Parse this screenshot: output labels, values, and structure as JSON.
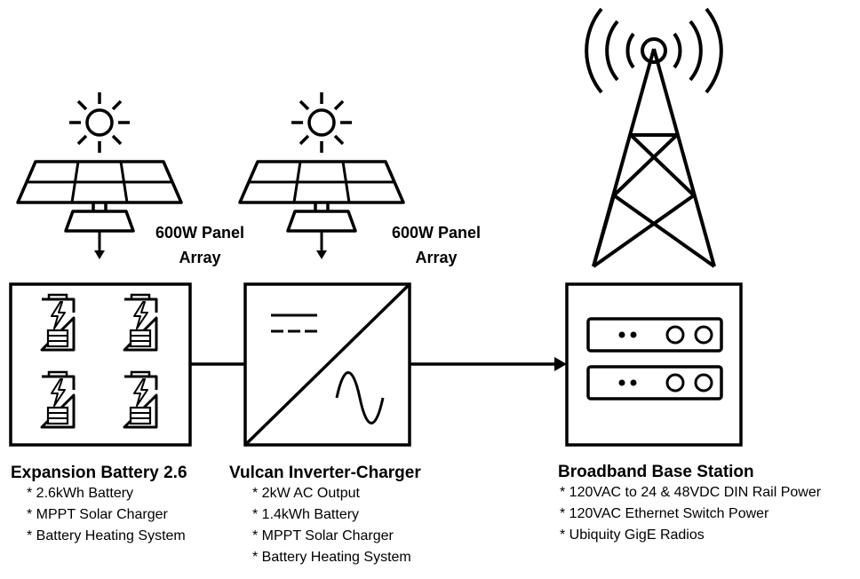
{
  "solar": [
    {
      "label": "600W Panel Array"
    },
    {
      "label": "600W Panel Array"
    }
  ],
  "expansion_battery": {
    "title": "Expansion Battery 2.6",
    "features": [
      "* 2.6kWh Battery",
      "* MPPT Solar Charger",
      "* Battery Heating System"
    ]
  },
  "inverter": {
    "title": "Vulcan Inverter-Charger",
    "features": [
      "* 2kW AC Output",
      "* 1.4kWh Battery",
      "* MPPT Solar Charger",
      "* Battery Heating System"
    ]
  },
  "base_station": {
    "title": "Broadband Base Station",
    "features": [
      "* 120VAC to 24 & 48VDC DIN Rail Power",
      "* 120VAC Ethernet Switch Power",
      "* Ubiquity GigE Radios"
    ]
  }
}
